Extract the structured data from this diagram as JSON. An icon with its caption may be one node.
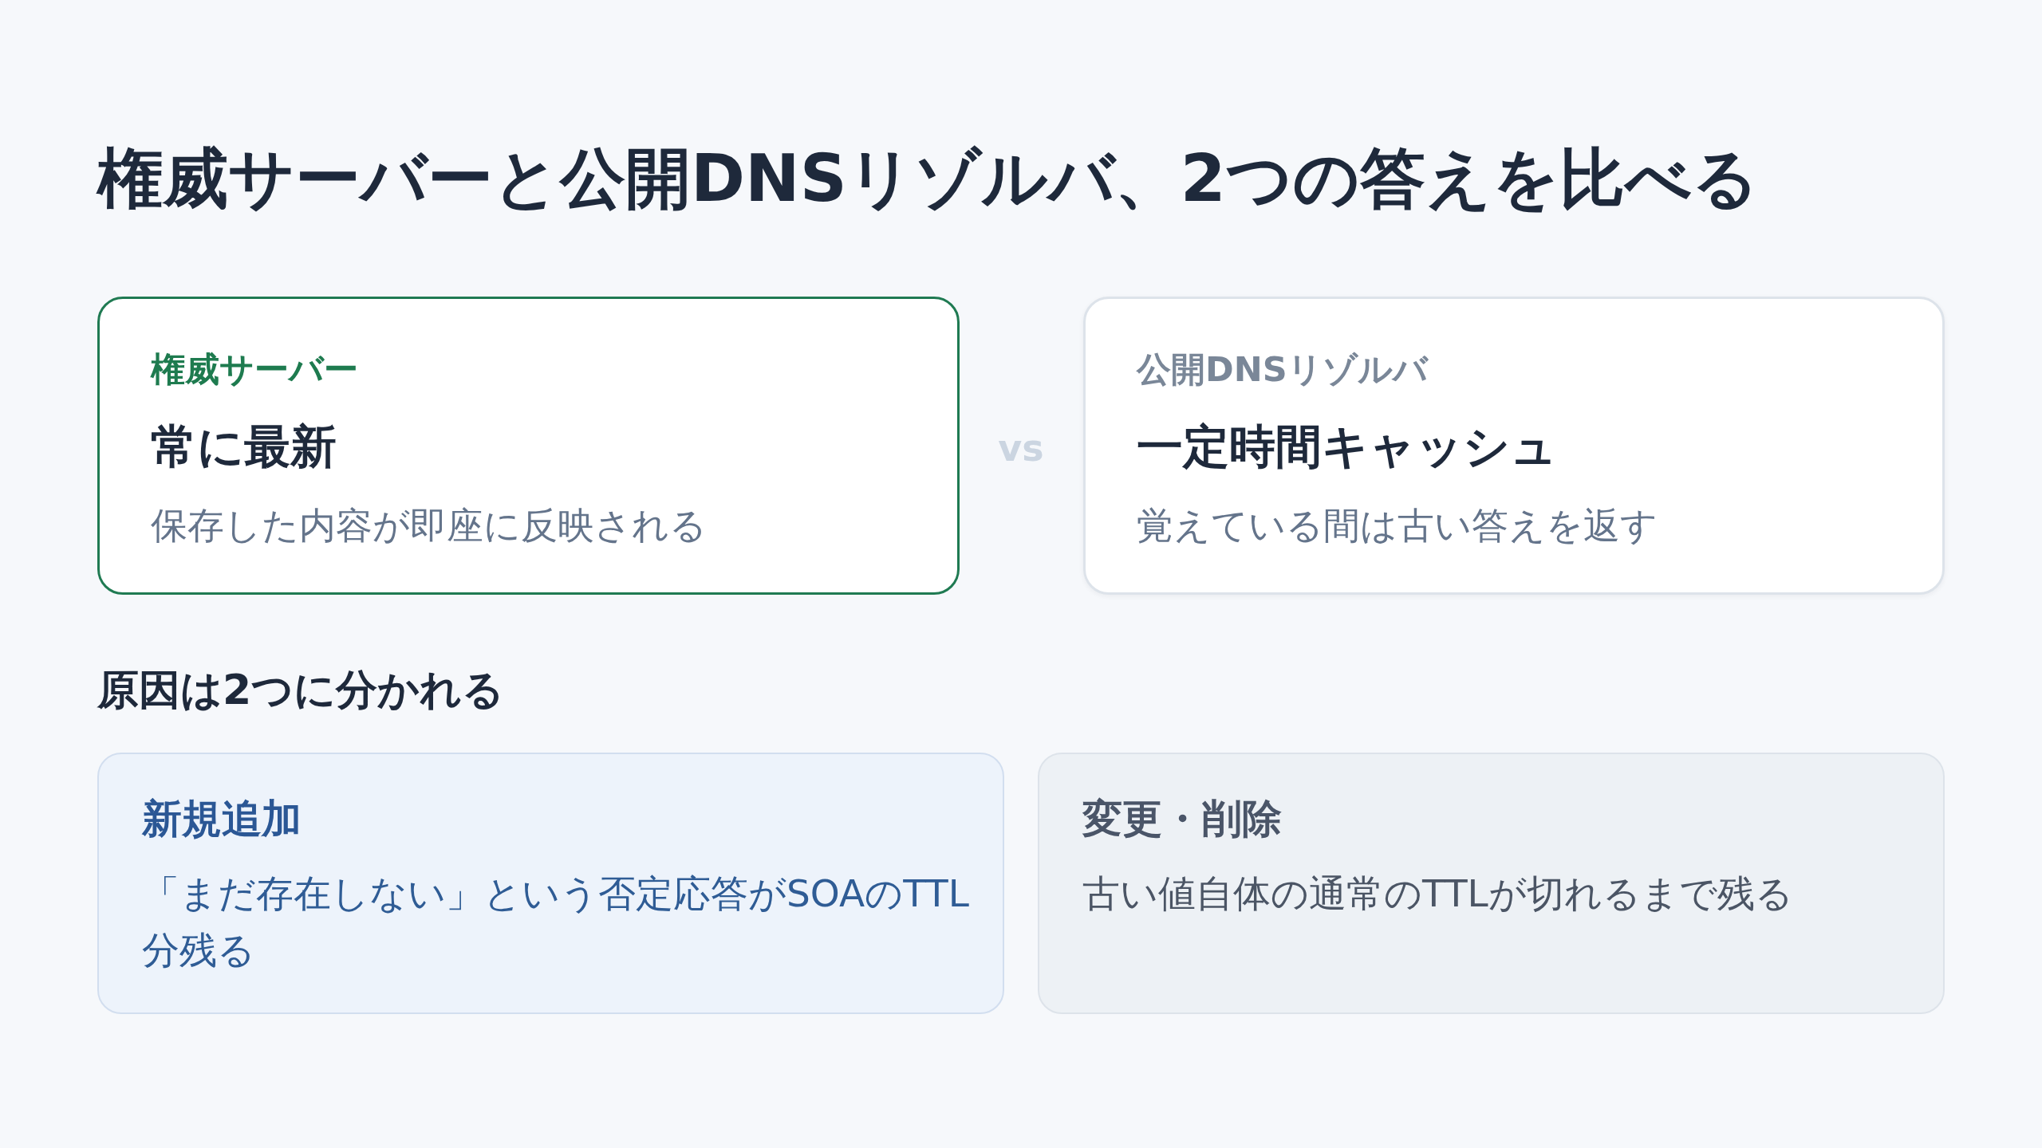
{
  "diagram": {
    "title": "権威サーバーと公開DNSリゾルバ、2つの答えを比べる",
    "nodes": [
      {
        "text": [
          "権威サーバー",
          "常に最新",
          "保存した内容が即座に反映される"
        ]
      },
      {
        "text": [
          "公開DNSリゾルバ",
          "一定時間キャッシュ",
          "覚えている間は古い答えを返す"
        ]
      },
      {
        "text": [
          "新規追加",
          "「まだ存在しない」という否定応答がSOAのTTL分残る"
        ]
      },
      {
        "text": [
          "変更・削除",
          "古い値自体の通常のTTLが切れるまで残る"
        ]
      }
    ],
    "labels": [
      "vs",
      "原因は2つに分かれる"
    ]
  }
}
